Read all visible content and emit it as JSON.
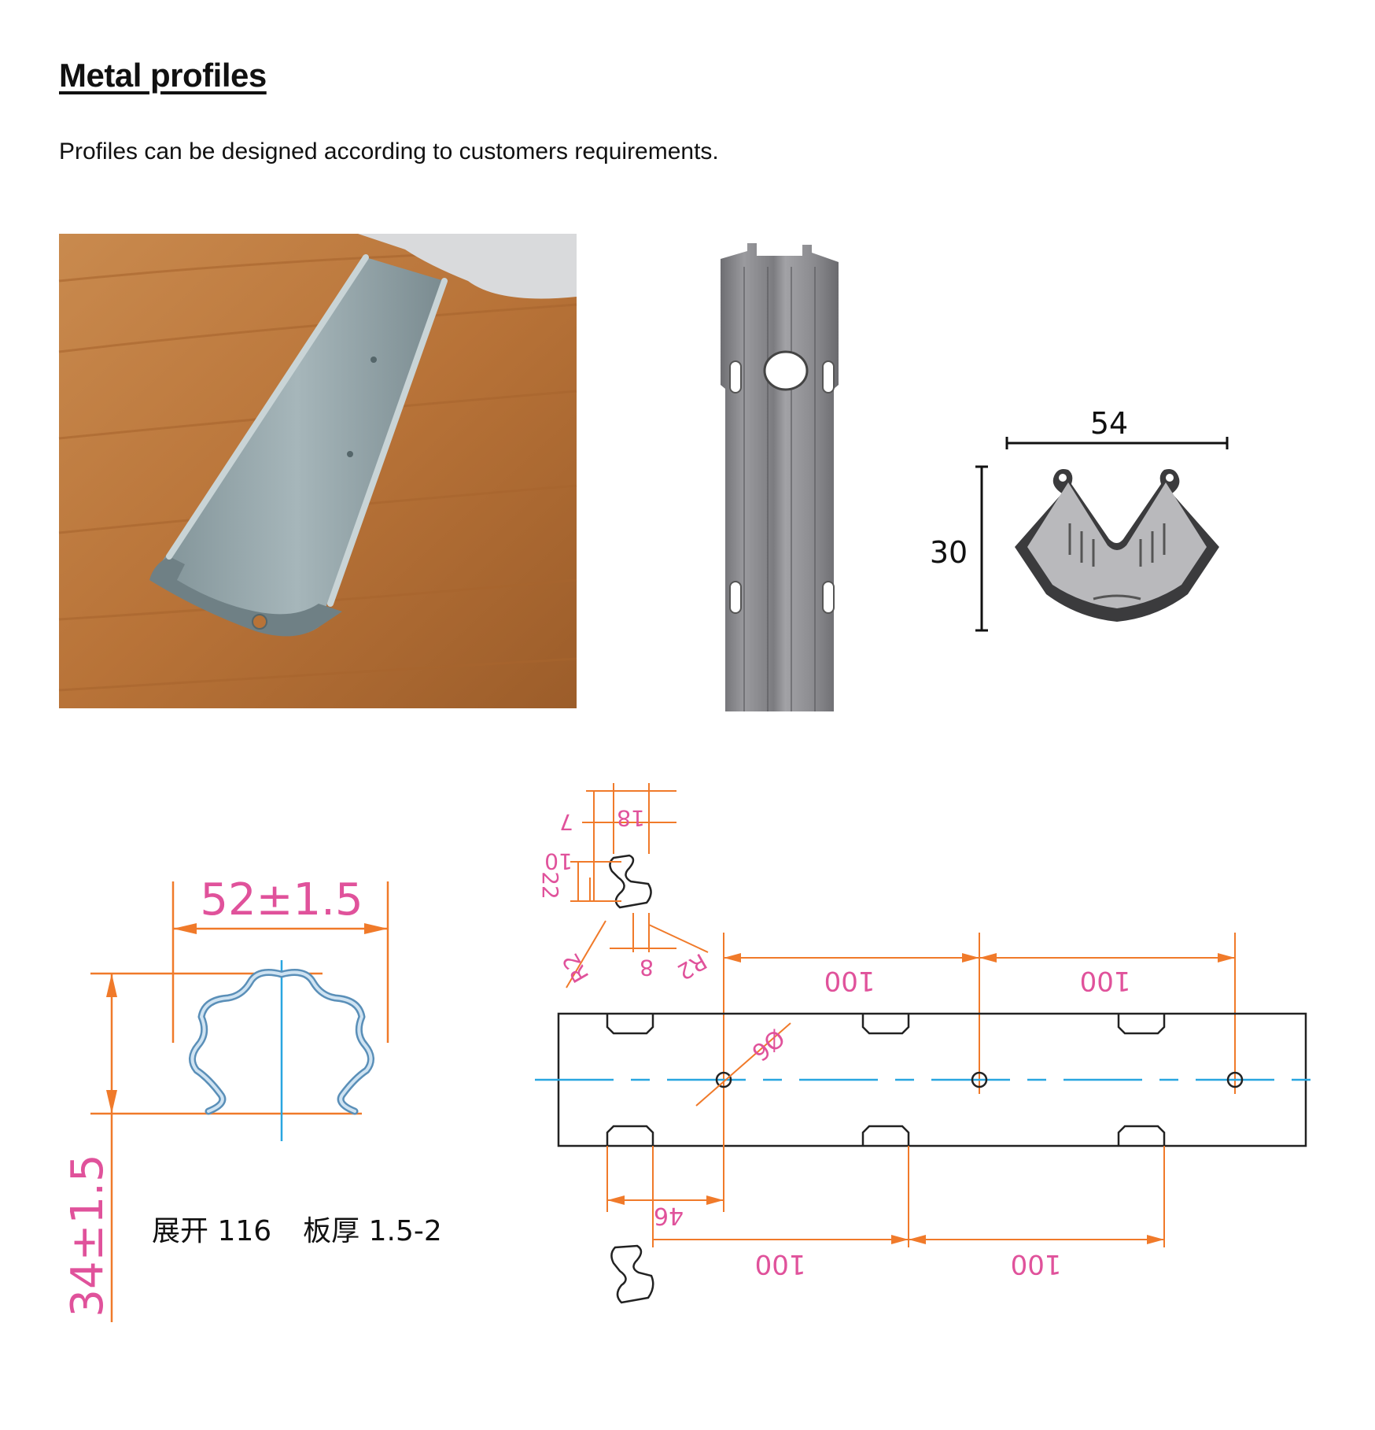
{
  "page": {
    "title": "Metal profiles",
    "subtitle": "Profiles can be designed according to customers requirements."
  },
  "photo_dims": {
    "width": "54",
    "height": "30"
  },
  "section_drawing": {
    "width_tolerance": "52±1.5",
    "height_tolerance": "34±1.5",
    "unfold": "展开  116",
    "thickness": "板厚 1.5-2"
  },
  "strip_drawing": {
    "dims": [
      "7",
      "18",
      "10",
      "22",
      "R2",
      "R2",
      "8",
      "100",
      "100",
      "Ø6",
      "46",
      "100",
      "100"
    ]
  },
  "colors": {
    "dimension_line": "#f07a2a",
    "dimension_text": "#e0529b",
    "centerline": "#29a6e0",
    "profile": "#8ab7d8"
  }
}
